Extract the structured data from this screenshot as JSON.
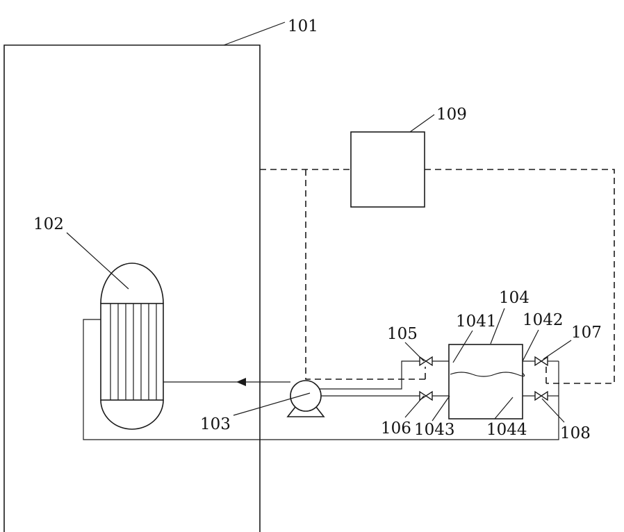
{
  "labels": {
    "cabinet": "101",
    "heat_exchanger": "102",
    "pump": "103",
    "tank": "104",
    "tank_upper_left_port": "1041",
    "tank_upper_right_port": "1042",
    "tank_lower_left_port": "1043",
    "tank_lower_right_port": "1044",
    "valve_upper_left": "105",
    "valve_lower_left": "106",
    "valve_upper_right": "107",
    "valve_lower_right": "108",
    "controller": "109"
  },
  "colors": {
    "line": "#1a1a1a",
    "background": "#ffffff"
  }
}
